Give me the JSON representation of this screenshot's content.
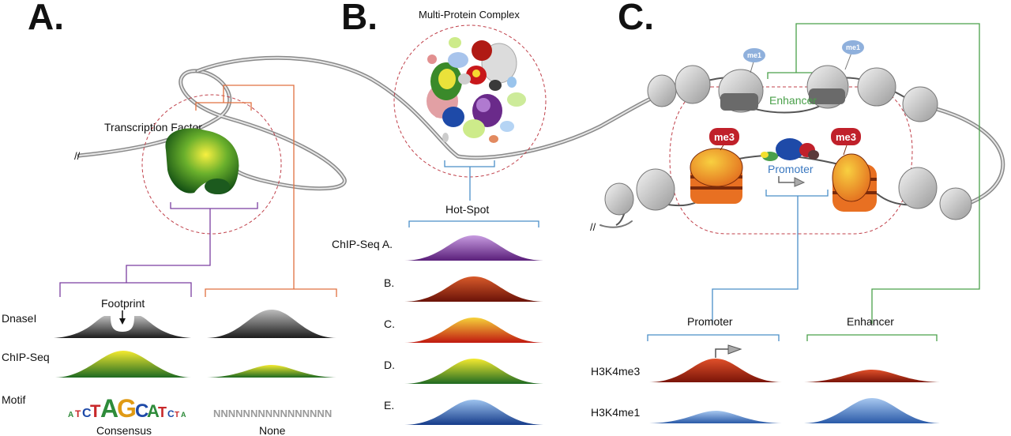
{
  "panels": {
    "a": {
      "letter": "A.",
      "tf_label": "Transcription Factor",
      "footprint_label": "Footprint",
      "rows": [
        "DnaseI",
        "ChIP-Seq",
        "Motif"
      ],
      "consensus_label": "Consensus",
      "none_label": "None",
      "motif_consensus": [
        "A",
        "T",
        "C",
        "T",
        "A",
        "G",
        "C",
        "A",
        "T",
        "C",
        "T",
        "A"
      ],
      "motif_none": "NNNNNNNNNNNNNNNN"
    },
    "b": {
      "letter": "B.",
      "complex_label": "Multi-Protein Complex",
      "hotspot_label": "Hot-Spot",
      "chip_labels": [
        "ChIP-Seq A.",
        "B.",
        "C.",
        "D.",
        "E."
      ]
    },
    "c": {
      "letter": "C.",
      "enhancer_label": "Enhancer",
      "promoter_label": "Promoter",
      "me3": "me3",
      "me1": "me1",
      "bottom_promoter": "Promoter",
      "bottom_enhancer": "Enhancer",
      "rows": [
        "H3K4me3",
        "H3K4me1"
      ]
    }
  },
  "colors": {
    "purple": "#7b3fa0",
    "orange": "#e07040",
    "blue": "#4a8fc8",
    "green": "#4aa04a",
    "me3": "#c0202a",
    "me1": "#8fb0dc",
    "dashed": "#c0404a"
  }
}
